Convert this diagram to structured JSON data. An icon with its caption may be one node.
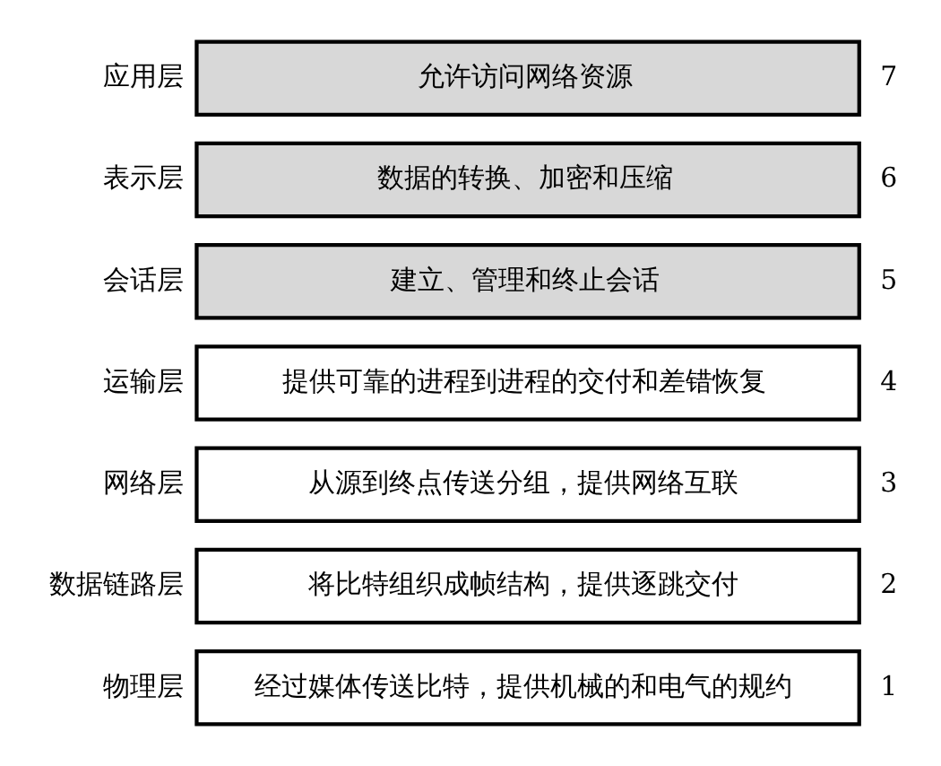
{
  "diagram": {
    "nodes": [
      {
        "text": [
          "允许访问网络资源"
        ],
        "beside": [
          "应用层",
          "7"
        ]
      },
      {
        "text": [
          "数据的转换、加密和压缩"
        ],
        "beside": [
          "表示层",
          "6"
        ]
      },
      {
        "text": [
          "建立、管理和终止会话"
        ],
        "beside": [
          "会话层",
          "5"
        ]
      },
      {
        "text": [
          "提供可靠的进程到进程的交付和差错恢复"
        ],
        "beside": [
          "运输层",
          "4"
        ]
      },
      {
        "text": [
          "从源到终点传送分组，提供网络互联"
        ],
        "beside": [
          "网络层",
          "3"
        ]
      },
      {
        "text": [
          "将比特组织成帧结构，提供逐跳交付"
        ],
        "beside": [
          "数据链路层",
          "2"
        ]
      },
      {
        "text": [
          "经过媒体传送比特，提供机械的和电气的规约"
        ],
        "beside": [
          "物理层",
          "1"
        ]
      }
    ]
  }
}
